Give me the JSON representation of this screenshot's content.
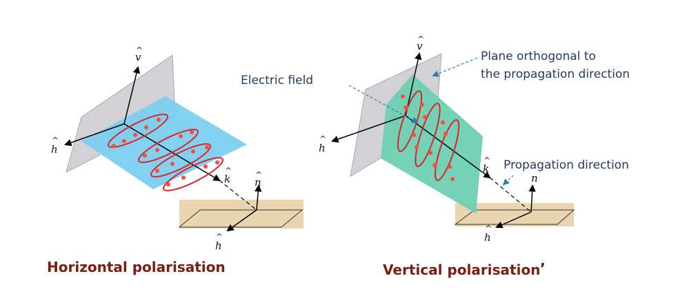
{
  "captions": {
    "left": "Horizontal polarisation",
    "right": "Vertical polarisation",
    "right_mark": "’"
  },
  "annotations": {
    "electric_field": "Electric field",
    "plane_line1": "Plane orthogonal to",
    "plane_line2": "the propagation direction",
    "propagation": "Propagation direction"
  },
  "axis_labels": {
    "v": "v",
    "h": "h",
    "k": "k",
    "n": "n",
    "hat": "^"
  },
  "colors": {
    "caption": "#7a1f10",
    "annotation": "#1e3a5f",
    "horizontal_plane": "#7ccfef",
    "vertical_plane": "#6fd0b2",
    "grey_plane": "#c9c9cf",
    "ground_band": "#e9d5b0",
    "wave": "#d8262a",
    "arrow_note": "#2a7fb0"
  }
}
